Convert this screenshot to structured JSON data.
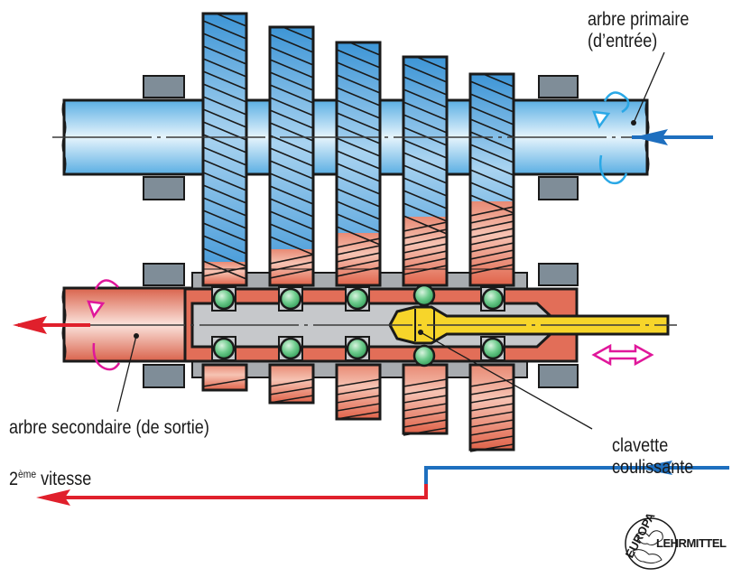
{
  "labels": {
    "primary_shaft_line1": "arbre primaire",
    "primary_shaft_line2": "(d’entrée)",
    "secondary_shaft": "arbre secondaire (de sortie)",
    "key_line1": "clavette",
    "key_line2": "coulissante",
    "gear_number": "2",
    "gear_suffix": "ème",
    "gear_word": " vitesse"
  },
  "logo": {
    "top_text": "EUROPA",
    "side_text": "LEHRMITTEL"
  },
  "colors": {
    "input_shaft": "#7cc0ea",
    "input_flow": "#1e6fbf",
    "output_shaft": "#e2836f",
    "output_flow": "#e0202c",
    "bearing": "#7f8d98",
    "housing": "#a8acb0",
    "sliding_key": "#f7d52a",
    "balls": "#4cb872",
    "motion_arrows": "#e0179a",
    "rotation_input": "#2aa8e6"
  },
  "gears": {
    "count": 5,
    "engaged_index": 4
  }
}
